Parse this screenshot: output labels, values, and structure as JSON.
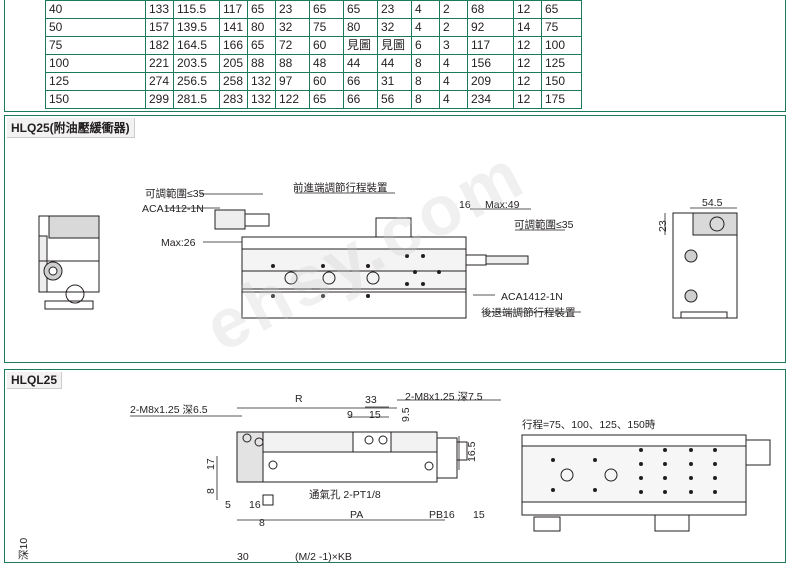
{
  "spec_table": {
    "rows": [
      [
        "40",
        "133",
        "115.5",
        "117",
        "65",
        "23",
        "65",
        "65",
        "23",
        "4",
        "2",
        "68",
        "12",
        "65"
      ],
      [
        "50",
        "157",
        "139.5",
        "141",
        "80",
        "32",
        "75",
        "80",
        "32",
        "4",
        "2",
        "92",
        "14",
        "75"
      ],
      [
        "75",
        "182",
        "164.5",
        "166",
        "65",
        "72",
        "60",
        "見圖",
        "見圖",
        "6",
        "3",
        "117",
        "12",
        "100"
      ],
      [
        "100",
        "221",
        "203.5",
        "205",
        "88",
        "88",
        "48",
        "44",
        "44",
        "8",
        "4",
        "156",
        "12",
        "125"
      ],
      [
        "125",
        "274",
        "256.5",
        "258",
        "132",
        "97",
        "60",
        "66",
        "31",
        "8",
        "4",
        "209",
        "12",
        "150"
      ],
      [
        "150",
        "299",
        "281.5",
        "283",
        "132",
        "122",
        "65",
        "66",
        "56",
        "8",
        "4",
        "234",
        "12",
        "175"
      ]
    ]
  },
  "section1": {
    "title": "HLQ25(附油壓緩衝器)",
    "labels": {
      "adj_range_left": "可調範圍≤35",
      "aca_left": "ACA1412-1N",
      "max26": "Max:26",
      "front_adjust": "前進端調節行程裝置",
      "dim16": "16",
      "max49": "Max:49",
      "adj_range_right": "可調範圍≤35",
      "aca_right": "ACA1412-1N",
      "rear_adjust": "後退端調節行程裝置",
      "dim54_5": "54.5",
      "dim23": "23"
    }
  },
  "section2": {
    "title": "HLQL25",
    "labels": {
      "tap_left": "2-M8x1.25 深6.5",
      "tap_right": "2-M8x1.25 深7.5",
      "R": "R",
      "d33": "33",
      "d9": "9",
      "d15": "15",
      "d9_5": "9.5",
      "d16_5": "16.5",
      "d17": "17",
      "d8": "8",
      "d5": "5",
      "d16": "16",
      "d8b": "8",
      "air_port": "通氣孔 2-PT1/8",
      "PA": "PA",
      "PB16": "PB16",
      "d15b": "15",
      "stroke": "行程=75、100、125、150時",
      "bottom_30": "30",
      "bottom_kb": "(M/2 -1)×KB",
      "depth10": "深10"
    }
  }
}
